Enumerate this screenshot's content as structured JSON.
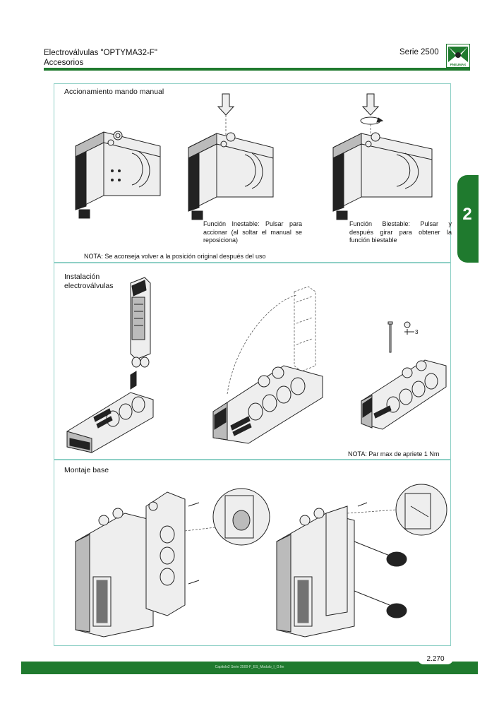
{
  "header": {
    "title_line1": "Electroválvulas \"OPTYMA32-F\"",
    "title_line2": "Accesorios",
    "series": "Serie 2500",
    "logo_text": "PNEUMAX"
  },
  "side_tab": {
    "number": "2"
  },
  "sections": {
    "manual": {
      "title": "Accionamiento mando manual",
      "caption_unstable": "Función Inestable: Pulsar para accionar (al soltar el manual se reposiciona)",
      "caption_bistable": "Función Biestable: Pulsar y después girar para obtener la función biestable",
      "note": "NOTA: Se aconseja volver a la posición original después del uso"
    },
    "install": {
      "title_line1": "Instalación",
      "title_line2": "electroválvulas",
      "dimension": "3",
      "note": "NOTA: Par max de apriete 1 Nm"
    },
    "base": {
      "title": "Montaje base"
    }
  },
  "footer": {
    "filename": "Capitolo2 Serie 2500-F_ES_Modulo_I_O.fm",
    "page": "2.270"
  },
  "colors": {
    "brand_green": "#1f7a2e",
    "panel_border": "#8fd0c6"
  }
}
